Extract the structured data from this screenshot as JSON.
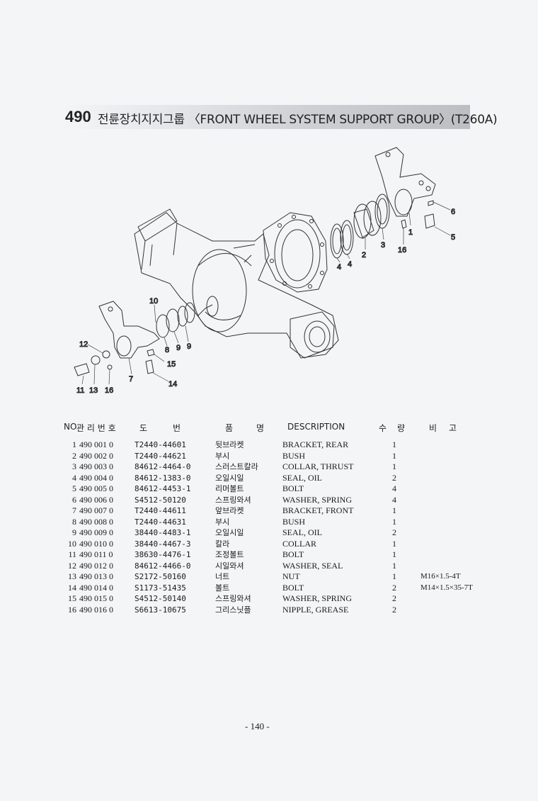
{
  "header": {
    "group_number": "490",
    "title": "전륜장치지지그룹 〈FRONT WHEEL SYSTEM SUPPORT GROUP〉(T260A)"
  },
  "diagram": {
    "callouts": [
      "6",
      "5",
      "1",
      "16",
      "3",
      "2",
      "4",
      "4",
      "10",
      "12",
      "8",
      "9",
      "9",
      "15",
      "7",
      "14",
      "11",
      "13",
      "16"
    ]
  },
  "table": {
    "headers": {
      "no": "NO",
      "mgmt": "관 리 번 호",
      "drawing1": "도",
      "drawing2": "번",
      "name1": "품",
      "name2": "명",
      "description": "DESCRIPTION",
      "qty1": "수",
      "qty2": "량",
      "remarks1": "비",
      "remarks2": "고"
    },
    "rows": [
      {
        "no": "1",
        "mgmt": "490  001  0",
        "part": "T2440-44601",
        "korean": "뒷브라켓",
        "desc": "BRACKET, REAR",
        "qty": "1",
        "remarks": ""
      },
      {
        "no": "2",
        "mgmt": "490  002  0",
        "part": "T2440-44621",
        "korean": "부시",
        "desc": "BUSH",
        "qty": "1",
        "remarks": ""
      },
      {
        "no": "3",
        "mgmt": "490  003  0",
        "part": "84612-4464-0",
        "korean": "스러스트칼라",
        "desc": "COLLAR, THRUST",
        "qty": "1",
        "remarks": ""
      },
      {
        "no": "4",
        "mgmt": "490  004  0",
        "part": "84612-1383-0",
        "korean": "오일시일",
        "desc": "SEAL, OIL",
        "qty": "2",
        "remarks": ""
      },
      {
        "no": "5",
        "mgmt": "490  005  0",
        "part": "84612-4453-1",
        "korean": "리머볼트",
        "desc": "BOLT",
        "qty": "4",
        "remarks": ""
      },
      {
        "no": "6",
        "mgmt": "490  006  0",
        "part": "S4512-50120",
        "korean": "스프링와셔",
        "desc": "WASHER, SPRING",
        "qty": "4",
        "remarks": ""
      },
      {
        "no": "7",
        "mgmt": "490  007  0",
        "part": "T2440-44611",
        "korean": "앞브라켓",
        "desc": "BRACKET, FRONT",
        "qty": "1",
        "remarks": ""
      },
      {
        "no": "8",
        "mgmt": "490  008  0",
        "part": "T2440-44631",
        "korean": "부시",
        "desc": " BUSH",
        "qty": "1",
        "remarks": ""
      },
      {
        "no": "9",
        "mgmt": "490  009  0",
        "part": "38440-4483-1",
        "korean": "오일시일",
        "desc": "SEAL, OIL",
        "qty": "2",
        "remarks": ""
      },
      {
        "no": "10",
        "mgmt": "490  010  0",
        "part": "38440-4467-3",
        "korean": "칼라",
        "desc": "COLLAR",
        "qty": "1",
        "remarks": ""
      },
      {
        "no": "11",
        "mgmt": "490  011  0",
        "part": "38630-4476-1",
        "korean": "조정볼트",
        "desc": "BOLT",
        "qty": "1",
        "remarks": ""
      },
      {
        "no": "12",
        "mgmt": "490  012  0",
        "part": "84612-4466-0",
        "korean": "시일와셔",
        "desc": "WASHER, SEAL",
        "qty": "1",
        "remarks": ""
      },
      {
        "no": "13",
        "mgmt": "490  013  0",
        "part": "S2172-50160",
        "korean": "너트",
        "desc": "NUT",
        "qty": "1",
        "remarks": "M16×1.5-4T"
      },
      {
        "no": "14",
        "mgmt": "490  014  0",
        "part": "S1173-51435",
        "korean": "볼트",
        "desc": "BOLT",
        "qty": "2",
        "remarks": "M14×1.5×35-7T"
      },
      {
        "no": "15",
        "mgmt": "490  015  0",
        "part": "S4512-50140",
        "korean": "스프링와셔",
        "desc": "WASHER, SPRING",
        "qty": "2",
        "remarks": ""
      },
      {
        "no": "16",
        "mgmt": "490  016  0",
        "part": "S6613-10675",
        "korean": "그리스닛플",
        "desc": "NIPPLE, GREASE",
        "qty": "2",
        "remarks": ""
      }
    ]
  },
  "footer": {
    "page_number": "- 140 -"
  }
}
